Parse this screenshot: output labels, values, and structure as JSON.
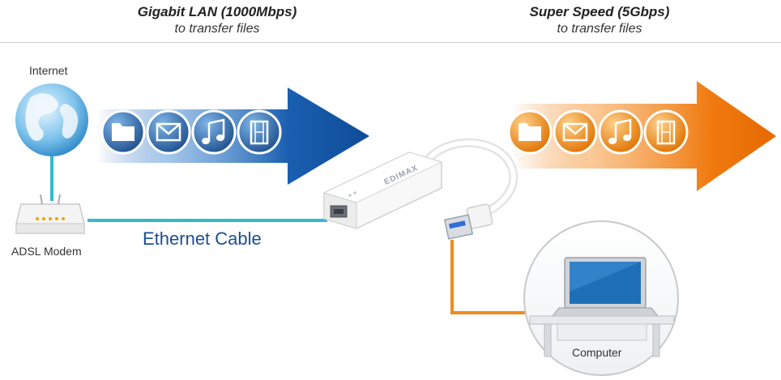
{
  "header_left": {
    "title": "Gigabit LAN (1000Mbps)",
    "subtitle": "to transfer files"
  },
  "header_right": {
    "title": "Super Speed (5Gbps)",
    "subtitle": "to transfer files"
  },
  "labels": {
    "internet": "Internet",
    "modem": "ADSL Modem",
    "cable": "Ethernet Cable",
    "computer": "Computer",
    "adapter_brand": "EDIMAX"
  },
  "colors": {
    "lan_arrow": "#1a5fb0",
    "usb_arrow": "#f07a10",
    "cable_blue": "#35b8d0",
    "cable_orange": "#f08a1c"
  },
  "icons_left": [
    "folder-icon",
    "envelope-icon",
    "music-note-icon",
    "film-icon"
  ],
  "icons_right": [
    "folder-icon",
    "envelope-icon",
    "music-note-icon",
    "film-icon"
  ]
}
